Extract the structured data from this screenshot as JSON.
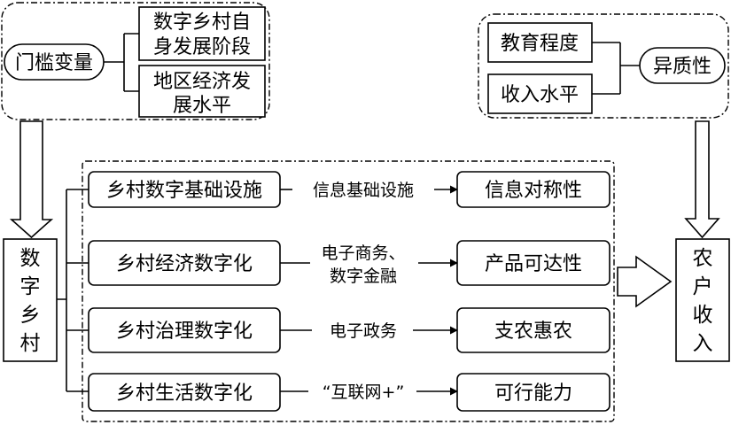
{
  "threshold": {
    "label": "门槛变量",
    "items": [
      {
        "line1": "数字乡村自",
        "line2": "身发展阶段"
      },
      {
        "line1": "地区经济发",
        "line2": "展水平"
      }
    ]
  },
  "heterogeneity": {
    "label": "异质性",
    "items": [
      "教育程度",
      "收入水平"
    ]
  },
  "core": {
    "label_chars": [
      "数",
      "字",
      "乡",
      "村"
    ]
  },
  "outcome": {
    "label_chars": [
      "农",
      "户",
      "收",
      "入"
    ]
  },
  "dimensions": [
    {
      "dimension": "乡村数字基础设施",
      "channel_lines": [
        "信息基础设施"
      ],
      "effect": "信息对称性"
    },
    {
      "dimension": "乡村经济数字化",
      "channel_lines": [
        "电子商务、",
        "数字金融"
      ],
      "effect": "产品可达性"
    },
    {
      "dimension": "乡村治理数字化",
      "channel_lines": [
        "电子政务"
      ],
      "effect": "支农惠农"
    },
    {
      "dimension": "乡村生活数字化",
      "channel_lines": [
        "“互联网+”"
      ],
      "effect": "可行能力"
    }
  ]
}
